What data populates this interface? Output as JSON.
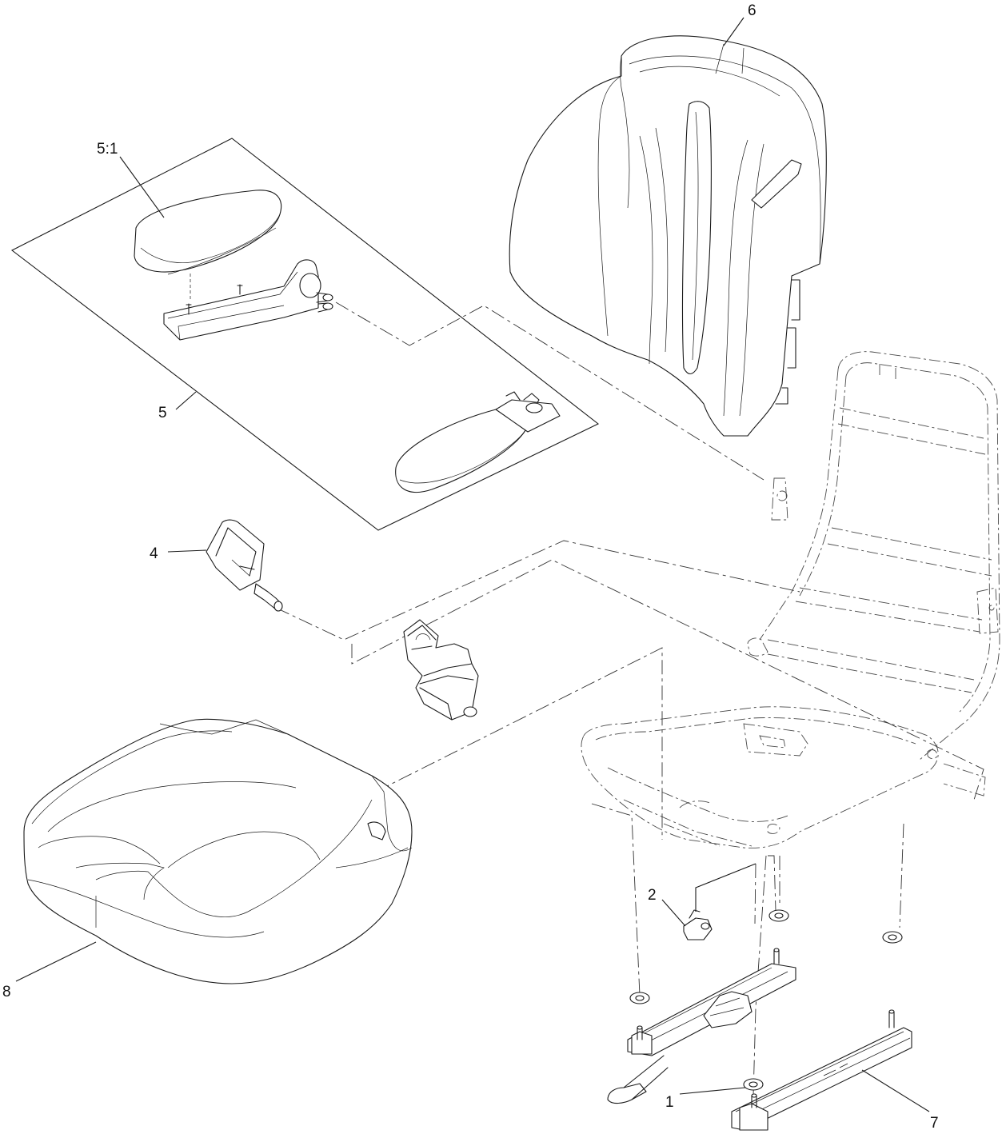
{
  "callouts": {
    "item_1": "1",
    "item_2": "2",
    "item_4": "4",
    "item_5": "5",
    "item_5_1": "5:1",
    "item_6": "6",
    "item_7": "7",
    "item_8": "8"
  },
  "colors": {
    "line": "#1a1a1a",
    "background": "#ffffff"
  }
}
